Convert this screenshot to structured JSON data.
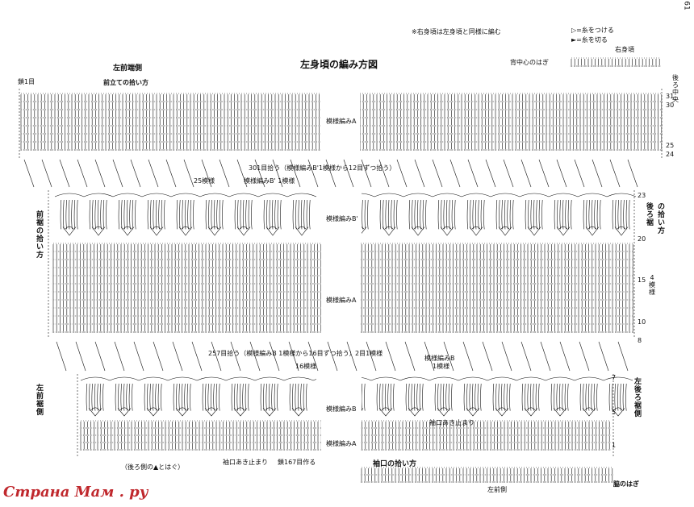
{
  "page_number": "61",
  "title": "左身頃の編み方図",
  "note_right_front": "※右身頃は左身頃と同様に編む",
  "legend": [
    {
      "text": "=糸をつける"
    },
    {
      "text": "=糸を切る"
    }
  ],
  "labels": {
    "left_front_edge": "左前端側",
    "chain_1": "鎖1目",
    "front_band_pickup": "前立ての拾い方",
    "back_center_seam": "背中心のはぎ",
    "right_body": "右身頃",
    "back_center": "後ろ中央",
    "pattern_a": "模様編みA",
    "pattern_b_prime": "模様編みB'",
    "pattern_b": "模様編みB",
    "pickup_301": "301目拾う（模様編みB'1模様から12目ずつ拾う）",
    "repeat_25": "25模様",
    "pattern_b_prime_1": "模様編みB' 1模様",
    "front_hem_pickup": "前裾の拾い方",
    "back_hem_pickup": "後ろ裾の拾い方",
    "four_repeats": "4模様",
    "pickup_257": "257目拾う（模様編みB 1模様から16目ずつ拾う）",
    "two_rows_one": "2目1模様",
    "repeat_16": "16模様",
    "pattern_b_1": "模様編みB",
    "one_repeat": "1模様",
    "left_front_hem_side": "左前裾側",
    "left_back_hem_side": "左後ろ裾側",
    "sleeve_stop": "袖口あき止まり",
    "sleeve_stop_2": "袖口あき止まり",
    "chain_167": "鎖167目作る",
    "back_side_note": "（後ろ側の▲とはぐ）",
    "sleeve_pickup": "袖口の拾い方",
    "left_front_side": "左前側",
    "side_seam": "脇のはぎ"
  },
  "row_numbers": {
    "top": [
      "31",
      "30",
      "25",
      "24"
    ],
    "mid": [
      "23",
      "20",
      "15",
      "10",
      "8"
    ],
    "low": [
      "7",
      "5",
      "1"
    ]
  },
  "watermark": "Страна Мам . ру",
  "colors": {
    "ink": "#111111",
    "watermark": "#c0282d"
  }
}
